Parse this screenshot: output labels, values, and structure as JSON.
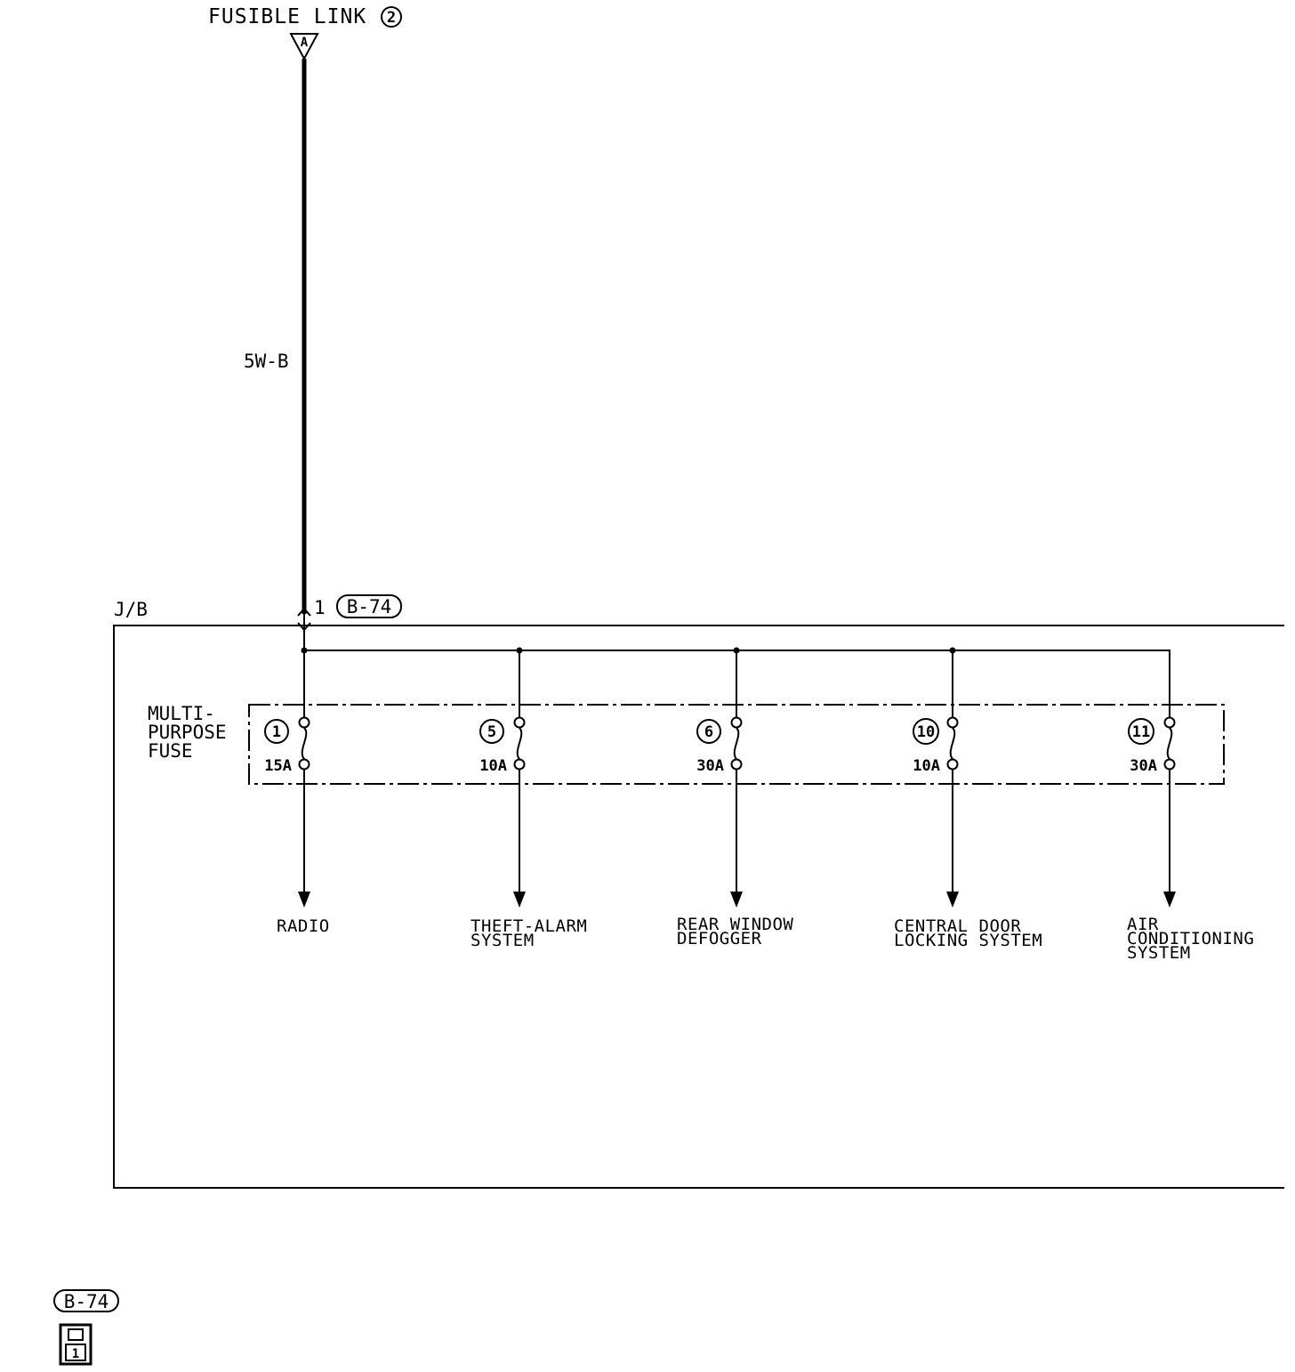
{
  "source": {
    "label": "FUSIBLE LINK",
    "number": "2",
    "connector_letter": "A"
  },
  "wire": {
    "code": "5W-B"
  },
  "junction_block": {
    "label": "J/B",
    "pin": "1",
    "connector": "B-74"
  },
  "fuse_block": {
    "label_lines": [
      "MULTI-",
      "PURPOSE",
      "FUSE"
    ]
  },
  "fuses": [
    {
      "number": "1",
      "rating": "15A",
      "destination_lines": [
        "RADIO"
      ]
    },
    {
      "number": "5",
      "rating": "10A",
      "destination_lines": [
        "THEFT-ALARM",
        "SYSTEM"
      ]
    },
    {
      "number": "6",
      "rating": "30A",
      "destination_lines": [
        "REAR WINDOW",
        "DEFOGGER"
      ]
    },
    {
      "number": "10",
      "rating": "10A",
      "destination_lines": [
        "CENTRAL DOOR",
        "LOCKING SYSTEM"
      ]
    },
    {
      "number": "11",
      "rating": "30A",
      "destination_lines": [
        "AIR",
        "CONDITIONING",
        "SYSTEM"
      ]
    }
  ],
  "connector_legend": {
    "connector": "B-74",
    "pin": "1"
  },
  "colors": {
    "ink": "#000000",
    "background": "#ffffff"
  }
}
